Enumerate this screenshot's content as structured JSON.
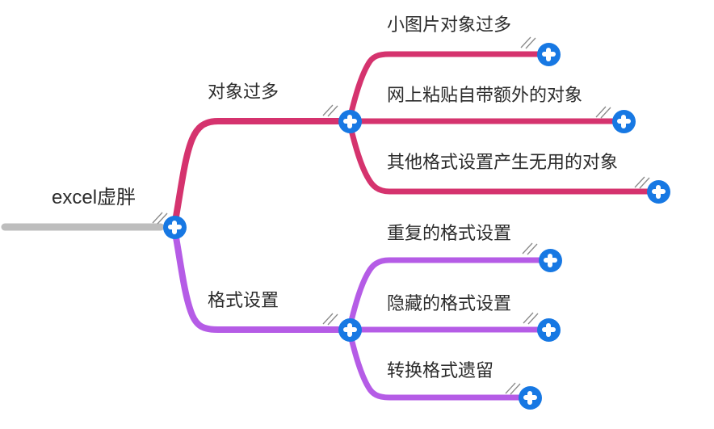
{
  "app": {
    "type": "mindmap",
    "background": "plain white canvas"
  },
  "colors": {
    "background": "#ffffff",
    "text": "#2b2b2b",
    "root_line": "#bdbdbd",
    "branch_top": "#d5336e",
    "branch_bottom": "#b55ce6",
    "expand_button": "#1778e3",
    "expand_plus": "#ffffff",
    "handle": "#8a8a8a"
  },
  "mindmap": {
    "root": {
      "label": "excel虚胖"
    },
    "branches": [
      {
        "label": "对象过多",
        "color": "#d5336e",
        "children": [
          {
            "label": "小图片对象过多"
          },
          {
            "label": "网上粘贴自带额外的对象"
          },
          {
            "label": "其他格式设置产生无用的对象"
          }
        ]
      },
      {
        "label": "格式设置",
        "color": "#b55ce6",
        "children": [
          {
            "label": "重复的格式设置"
          },
          {
            "label": "隐藏的格式设置"
          },
          {
            "label": "转换格式遗留"
          }
        ]
      }
    ]
  }
}
